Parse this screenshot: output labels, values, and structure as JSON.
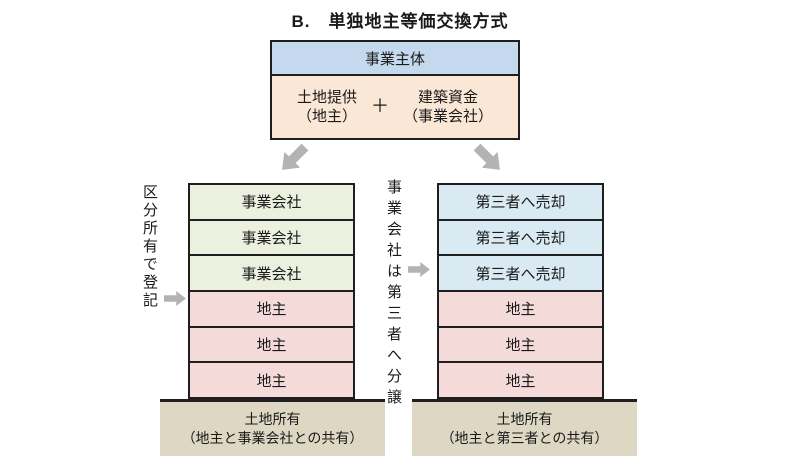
{
  "title": "B.　単独地主等価交換方式",
  "top_box": {
    "header": "事業主体",
    "left_item": {
      "line1": "土地提供",
      "line2": "（地主）"
    },
    "plus": "＋",
    "right_item": {
      "line1": "建築資金",
      "line2": "（事業会社）"
    }
  },
  "left_section": {
    "annotation": "区分所有で登記",
    "floors": [
      "事業会社",
      "事業会社",
      "事業会社",
      "地主",
      "地主",
      "地主"
    ],
    "base": {
      "line1": "土地所有",
      "line2": "（地主と事業会社との共有）"
    }
  },
  "right_section": {
    "annotation": "事業会社は第三者へ分譲",
    "floors": [
      "第三者へ売却",
      "第三者へ売却",
      "第三者へ売却",
      "地主",
      "地主",
      "地主"
    ],
    "base": {
      "line1": "土地所有",
      "line2": "（地主と第三者との共有）"
    }
  },
  "icons": {
    "flow_arrow_left": "thick-arrow-down-left",
    "flow_arrow_right": "thick-arrow-down-right",
    "pointer_left": "thick-arrow-right",
    "pointer_right": "thick-arrow-right"
  },
  "colors": {
    "header-blue": "#c5d9ee",
    "peach": "#fbe7d6",
    "floor-green": "#ebf0df",
    "floor-pink": "#f4dbda",
    "floor-blue": "#d9eaf3",
    "base-tan": "#ddd7c3",
    "border": "#1f1f1f",
    "arrow-gray": "#b3b3b3",
    "text": "#1a1a1a"
  }
}
